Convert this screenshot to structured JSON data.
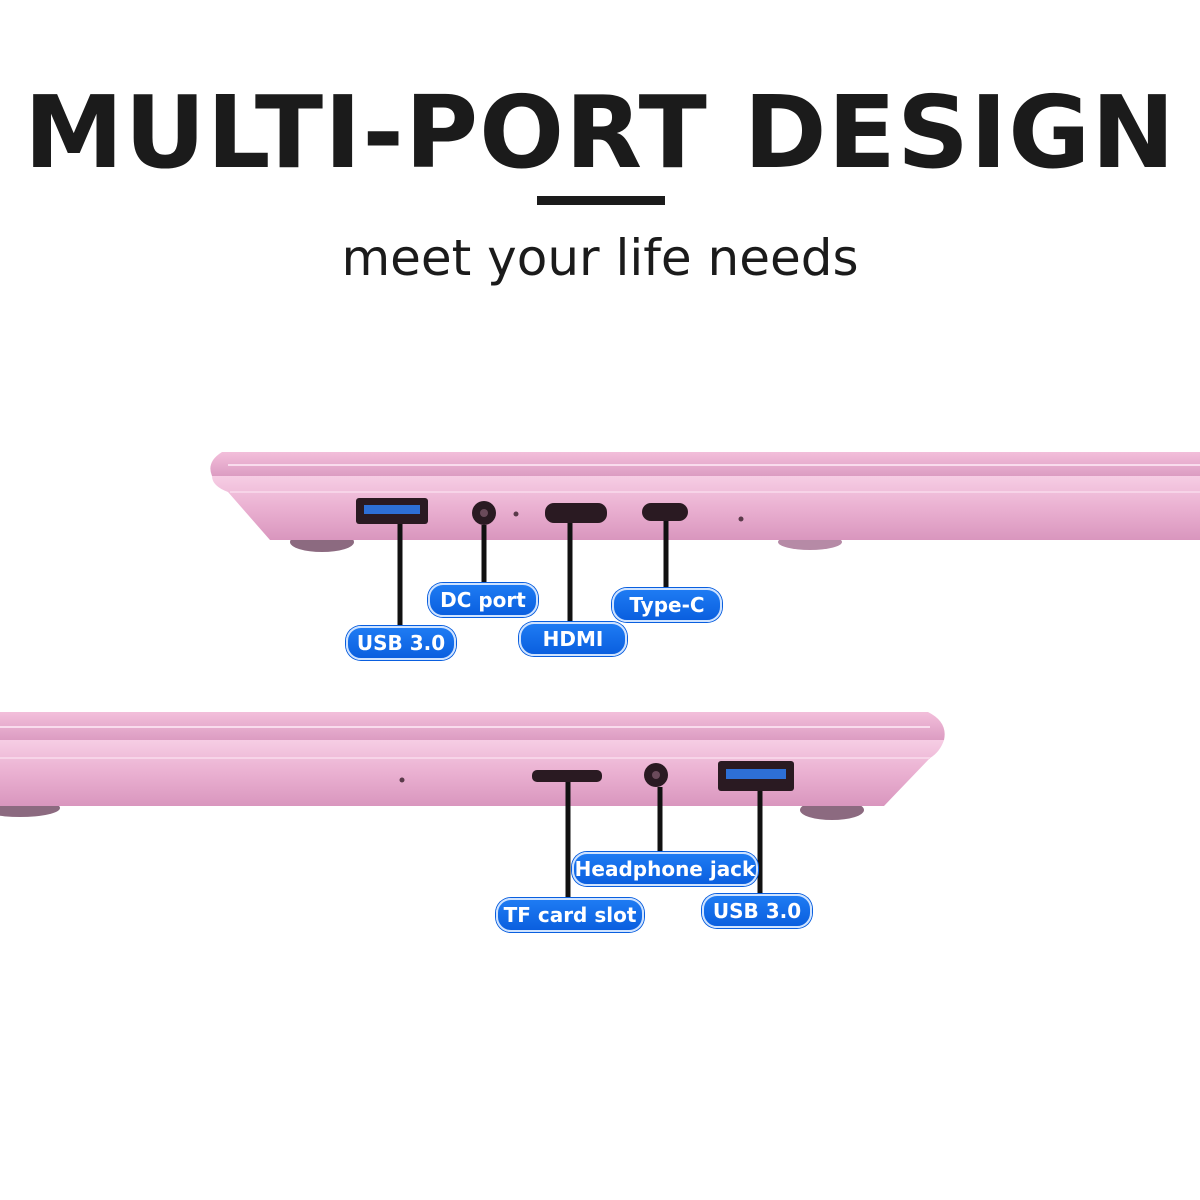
{
  "headline": "MULTI-PORT DESIGN",
  "subheadline": "meet your life needs",
  "colors": {
    "laptop_body": "#e9a9cf",
    "laptop_shade": "#c98bb1",
    "label_blue": "#0a6fe9",
    "port_dark": "#2a1a22"
  },
  "left_side": {
    "ports": {
      "usb": "USB 3.0",
      "dc": "DC port",
      "hdmi": "HDMI",
      "typec": "Type-C"
    }
  },
  "right_side": {
    "ports": {
      "tf": "TF card slot",
      "headphone": "Headphone jack",
      "usb": "USB 3.0"
    }
  }
}
